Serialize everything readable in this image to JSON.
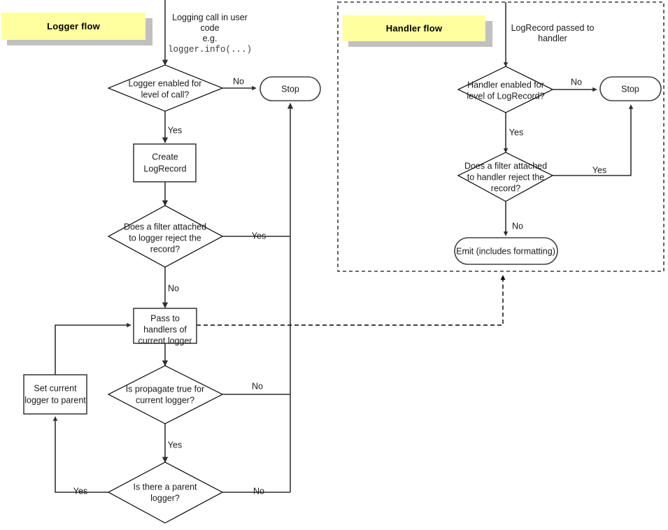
{
  "diagram": {
    "title": "Python logging flow",
    "colors": {
      "banner_fill": "#ffffa0",
      "banner_shadow": "#c0c0c0",
      "stroke": "#404040",
      "text": "#1a1a1a",
      "group_border": "#3c3c3c"
    }
  },
  "logger_flow": {
    "banner_label": "Logger flow",
    "entry_caption_line1": "Logging call in user",
    "entry_caption_line2": "code",
    "entry_caption_line3": "e.g.",
    "entry_caption_code": "logger.info(...)",
    "nodes": {
      "logger_enabled": {
        "line1": "Logger enabled for",
        "line2": "level of call?"
      },
      "stop": {
        "line1": "Stop"
      },
      "create_logrecord": {
        "line1": "Create",
        "line2": "LogRecord"
      },
      "logger_filter": {
        "line1": "Does a filter attached",
        "line2": "to logger reject the",
        "line3": "record?"
      },
      "pass_to_handlers": {
        "line1": "Pass to",
        "line2": "handlers of",
        "line3": "current logger"
      },
      "is_propagate": {
        "line1": "Is propagate true for",
        "line2": "current logger?"
      },
      "set_parent": {
        "line1": "Set current",
        "line2": "logger to parent"
      },
      "has_parent": {
        "line1": "Is there a parent",
        "line2": "logger?"
      }
    },
    "edges": {
      "logger_enabled_no": "No",
      "logger_enabled_yes": "Yes",
      "logger_filter_yes": "Yes",
      "logger_filter_no": "No",
      "is_propagate_no": "No",
      "is_propagate_yes": "Yes",
      "has_parent_yes": "Yes",
      "has_parent_no": "No"
    }
  },
  "handler_flow": {
    "banner_label": "Handler flow",
    "entry_caption_line1": "LogRecord passed to",
    "entry_caption_line2": "handler",
    "nodes": {
      "handler_enabled": {
        "line1": "Handler enabled for",
        "line2": "level of LogRecord?"
      },
      "stop": {
        "line1": "Stop"
      },
      "handler_filter": {
        "line1": "Does a filter attached",
        "line2": "to handler reject the",
        "line3": "record?"
      },
      "emit": {
        "line1": "Emit (includes formatting)"
      }
    },
    "edges": {
      "handler_enabled_no": "No",
      "handler_enabled_yes": "Yes",
      "handler_filter_yes": "Yes",
      "handler_filter_no": "No"
    }
  }
}
